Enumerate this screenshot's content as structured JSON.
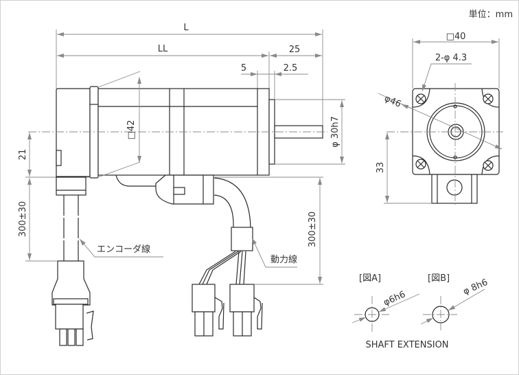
{
  "unit_label": "単位：mm",
  "side_view": {
    "dim_L": "L",
    "dim_LL": "LL",
    "dim_25": "25",
    "dim_5": "5",
    "dim_2_5": "2.5",
    "dim_square42": "□42",
    "dim_shaft_phi30": "φ 30h7",
    "dim_21": "21",
    "dim_encoder_cable": "300±30",
    "dim_power_cable": "300±30",
    "label_encoder_cable": "エンコーダ線",
    "label_power_cable": "動力線"
  },
  "front_view": {
    "dim_square40": "□40",
    "dim_holes": "2-φ 4.3",
    "dim_phi46": "φ46",
    "dim_33": "33"
  },
  "shaft_extension": {
    "fig_a": "[図A]",
    "fig_b": "[図B]",
    "fig_a_dim": "φ6h6",
    "fig_b_dim": "φ 8h6",
    "title": "SHAFT EXTENSION"
  }
}
